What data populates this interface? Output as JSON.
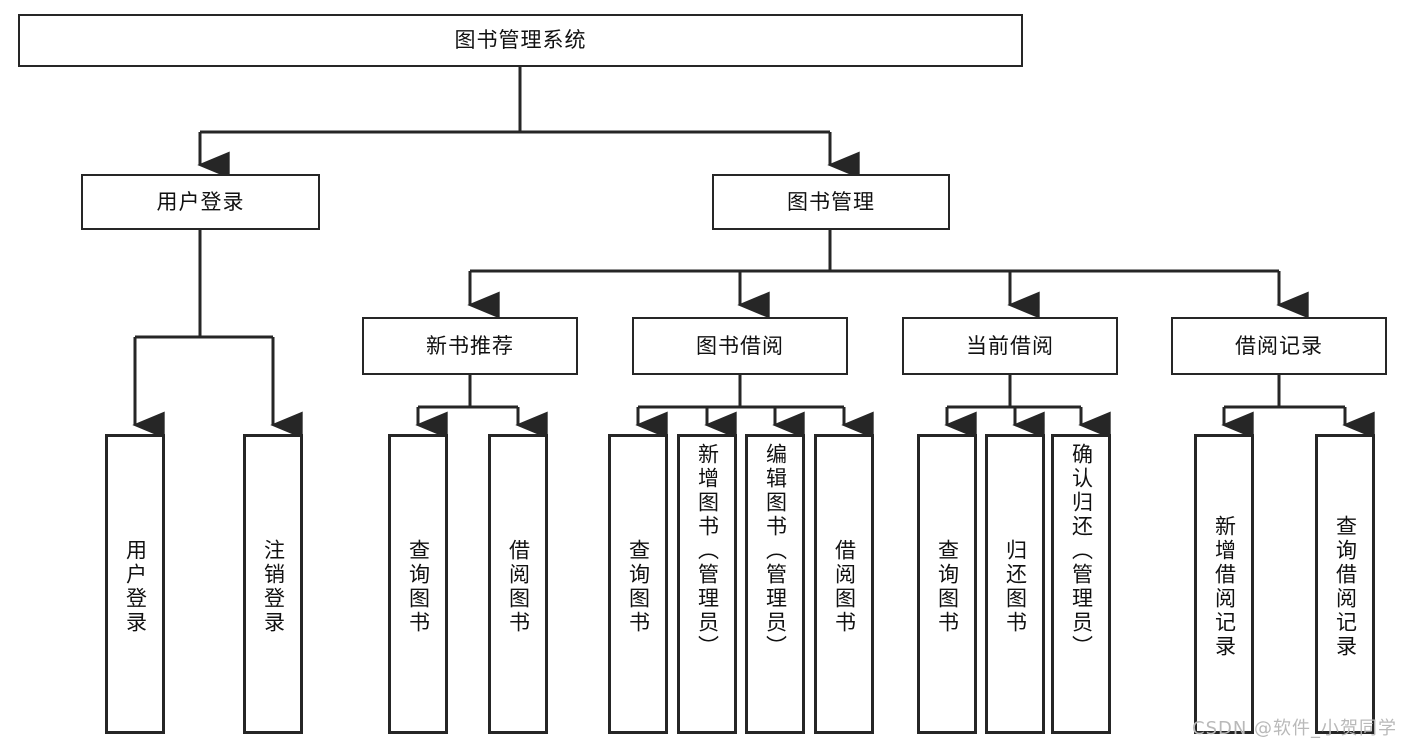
{
  "diagram": {
    "title": "图书管理系统",
    "type": "tree-hierarchy",
    "watermark": "CSDN @软件_小贺同学",
    "colors": {
      "box_border": "#262626",
      "box_fill": "#ffffff",
      "edge": "#262626",
      "text": "#111111",
      "watermark": "#b9b9b9"
    },
    "root": {
      "label": "图书管理系统"
    },
    "level2": [
      {
        "label": "用户登录"
      },
      {
        "label": "图书管理"
      }
    ],
    "level3": [
      {
        "label": "新书推荐"
      },
      {
        "label": "图书借阅"
      },
      {
        "label": "当前借阅"
      },
      {
        "label": "借阅记录"
      }
    ],
    "leaves": {
      "user_login": [
        {
          "label": "用户登录"
        },
        {
          "label": "注销登录"
        }
      ],
      "new_book_recommend": [
        {
          "label": "查询图书"
        },
        {
          "label": "借阅图书"
        }
      ],
      "book_borrow": [
        {
          "label": "查询图书"
        },
        {
          "label": "新增图书（管理员）"
        },
        {
          "label": "编辑图书（管理员）"
        },
        {
          "label": "借阅图书"
        }
      ],
      "current_borrow": [
        {
          "label": "查询图书"
        },
        {
          "label": "归还图书"
        },
        {
          "label": "确认归还（管理员）"
        }
      ],
      "borrow_record": [
        {
          "label": "新增借阅记录"
        },
        {
          "label": "查询借阅记录"
        }
      ]
    }
  }
}
